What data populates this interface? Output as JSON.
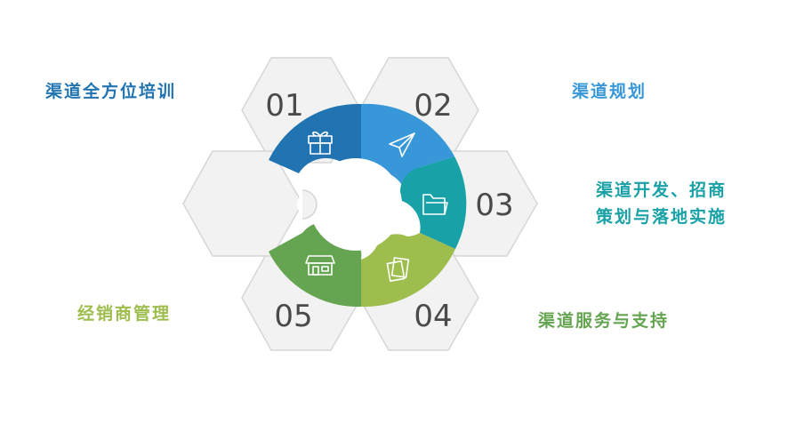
{
  "steps": [
    {
      "number": "01",
      "label": "渠道全方位培训",
      "color": "#2174b1",
      "icon": "gift-icon"
    },
    {
      "number": "02",
      "label": "渠道规划",
      "color": "#3797d8",
      "icon": "paper-plane-icon"
    },
    {
      "number": "03",
      "label_line1": "渠道开发、招商",
      "label_line2": "策划与落地实施",
      "color": "#18a1a6",
      "icon": "folder-icon"
    },
    {
      "number": "04",
      "label": "渠道服务与支持",
      "color": "#9dbd4d",
      "icon": "documents-icon"
    },
    {
      "number": "05",
      "label": "经销商管理",
      "color": "#65a450",
      "icon": "store-icon"
    }
  ],
  "colors": {
    "hexagon_fill": "#f2f2f2",
    "hexagon_stroke": "#d6d6d6",
    "number_text": "#4a4a4a"
  },
  "label_colors": {
    "step1": "#2174b1",
    "step2": "#3797d8",
    "step3": "#18a1a6",
    "step4": "#65a450",
    "step5": "#9dbd4d"
  }
}
